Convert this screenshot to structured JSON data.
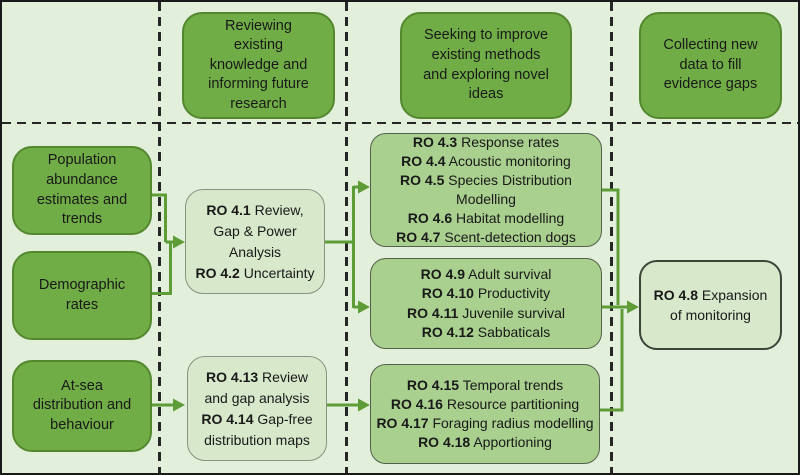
{
  "palette": {
    "background": "#e2efda",
    "stage_fill": "#70ad47",
    "method_fill": "#a9d08e",
    "review_fill": "#d7e8cb",
    "connector": "#5e9c38",
    "divider": "#262626"
  },
  "stages": [
    {
      "label": "Reviewing existing knowledge and informing future research"
    },
    {
      "label": "Seeking to improve existing methods and exploring novel ideas"
    },
    {
      "label": "Collecting new data to fill evidence gaps"
    }
  ],
  "topics": [
    {
      "label": "Population abundance estimates and trends"
    },
    {
      "label": "Demographic rates"
    },
    {
      "label": "At-sea distribution and behaviour"
    }
  ],
  "review_boxes": [
    {
      "items": [
        {
          "ro": "RO 4.1",
          "text": " Review, Gap & Power Analysis"
        },
        {
          "ro": "RO 4.2",
          "text": " Uncertainty"
        }
      ]
    },
    {
      "items": [
        {
          "ro": "RO 4.13",
          "text": " Review and gap analysis"
        },
        {
          "ro": "RO 4.14",
          "text": " Gap-free distribution maps"
        }
      ]
    }
  ],
  "method_boxes": [
    {
      "items": [
        {
          "ro": "RO 4.3",
          "text": " Response rates"
        },
        {
          "ro": "RO 4.4",
          "text": " Acoustic monitoring"
        },
        {
          "ro": "RO 4.5",
          "text": " Species Distribution Modelling"
        },
        {
          "ro": "RO 4.6",
          "text": " Habitat modelling"
        },
        {
          "ro": "RO 4.7",
          "text": " Scent-detection dogs"
        }
      ]
    },
    {
      "items": [
        {
          "ro": "RO 4.9",
          "text": " Adult survival"
        },
        {
          "ro": "RO 4.10",
          "text": " Productivity"
        },
        {
          "ro": "RO 4.11",
          "text": " Juvenile survival"
        },
        {
          "ro": "RO 4.12",
          "text": " Sabbaticals"
        }
      ]
    },
    {
      "items": [
        {
          "ro": "RO 4.15",
          "text": " Temporal trends"
        },
        {
          "ro": "RO 4.16",
          "text": " Resource partitioning"
        },
        {
          "ro": "RO 4.17",
          "text": " Foraging radius modelling"
        },
        {
          "ro": "RO 4.18",
          "text": " Apportioning"
        }
      ]
    }
  ],
  "expansion_box": {
    "items": [
      {
        "ro": "RO 4.8",
        "text": " Expansion of monitoring"
      }
    ]
  }
}
